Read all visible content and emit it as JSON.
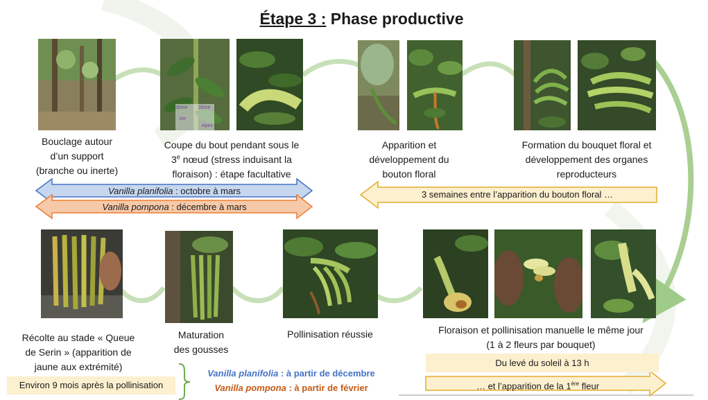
{
  "title": {
    "prefix": "Étape 3 :",
    "main": "Phase productive"
  },
  "top_captions": {
    "bouclage": [
      "Bouclage autour",
      "d’un support",
      "(branche ou inerte)"
    ],
    "coupe_line1": "Coupe du bout pendant sous le",
    "coupe_num": "3",
    "coupe_sup": "e",
    "coupe_line2": " nœud (stress induisant la",
    "coupe_line3": "floraison) : étape facultative",
    "apparition": [
      "Apparition et",
      "développement du",
      "bouton floral"
    ],
    "formation": [
      "Formation du bouquet floral et",
      "développement des organes",
      "reproducteurs"
    ]
  },
  "photo_labels": {
    "noeud_3": "3ème",
    "noeud_2": "2ème",
    "noeud_1": "1er",
    "apex": "Apex"
  },
  "band_planifolia": {
    "species": "Vanilla planifolia",
    "period": " : octobre à mars"
  },
  "band_pompona": {
    "species": "Vanilla pompona",
    "period": " : décembre à mars"
  },
  "band_bouton": "3 semaines entre l’apparition du bouton floral …",
  "bottom_captions": {
    "recolte": [
      "Récolte au stade « Queue",
      "de Serin » (apparition de",
      "jaune aux extrémité)"
    ],
    "maturation": [
      "Maturation",
      "des gousses"
    ],
    "pollinisation": "Pollinisation réussie",
    "floraison": [
      "Floraison et pollinisation manuelle le même jour",
      "(1 à 2 fleurs par bouquet)"
    ]
  },
  "box_neuf_mois": "Environ 9 mois après la pollinisation",
  "harvest_planifolia": {
    "species": "Vanilla planifolia",
    "period": " : à partir de décembre"
  },
  "harvest_pompona": {
    "species": "Vanilla pompona",
    "period": " : à partir de février"
  },
  "box_soleil": "Du levé du soleil à 13 h",
  "band_fleur": {
    "text": "… et l’apparition de la 1",
    "sup": "ère",
    "end": " fleur"
  },
  "colors": {
    "blue_band": "#c5d6ee",
    "blue_edge": "#4472c4",
    "orange_band": "#f6c9a8",
    "orange_edge": "#ed7d31",
    "yellow_band": "#fdf0cf",
    "yellow_edge": "#e2ad2b",
    "cycle_arrow": "#b9d7a8"
  }
}
